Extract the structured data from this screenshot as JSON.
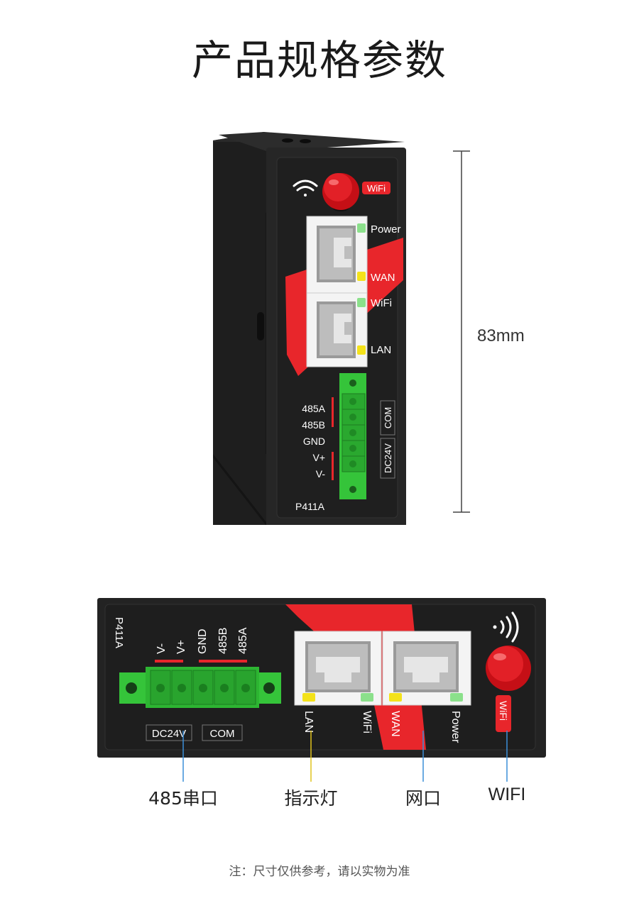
{
  "title": "产品规格参数",
  "dimension": {
    "height_label": "83mm"
  },
  "device": {
    "model": "P411A",
    "wifi_tag": "WiFi",
    "leds": [
      "Power",
      "WAN",
      "WiFi",
      "LAN"
    ],
    "terminal_pins": [
      "485A",
      "485B",
      "GND",
      "V+",
      "V-"
    ],
    "terminal_groups": [
      "COM",
      "DC24V"
    ]
  },
  "callouts": {
    "serial": "485串口",
    "indicator": "指示灯",
    "network": "网口",
    "wifi": "WIFI"
  },
  "note": "注：尺寸仅供参考，请以实物为准",
  "colors": {
    "red": "#e8262b",
    "green": "#35c43a",
    "body": "#242424",
    "led_green": "#8be08b",
    "led_yellow": "#f4e21a"
  }
}
